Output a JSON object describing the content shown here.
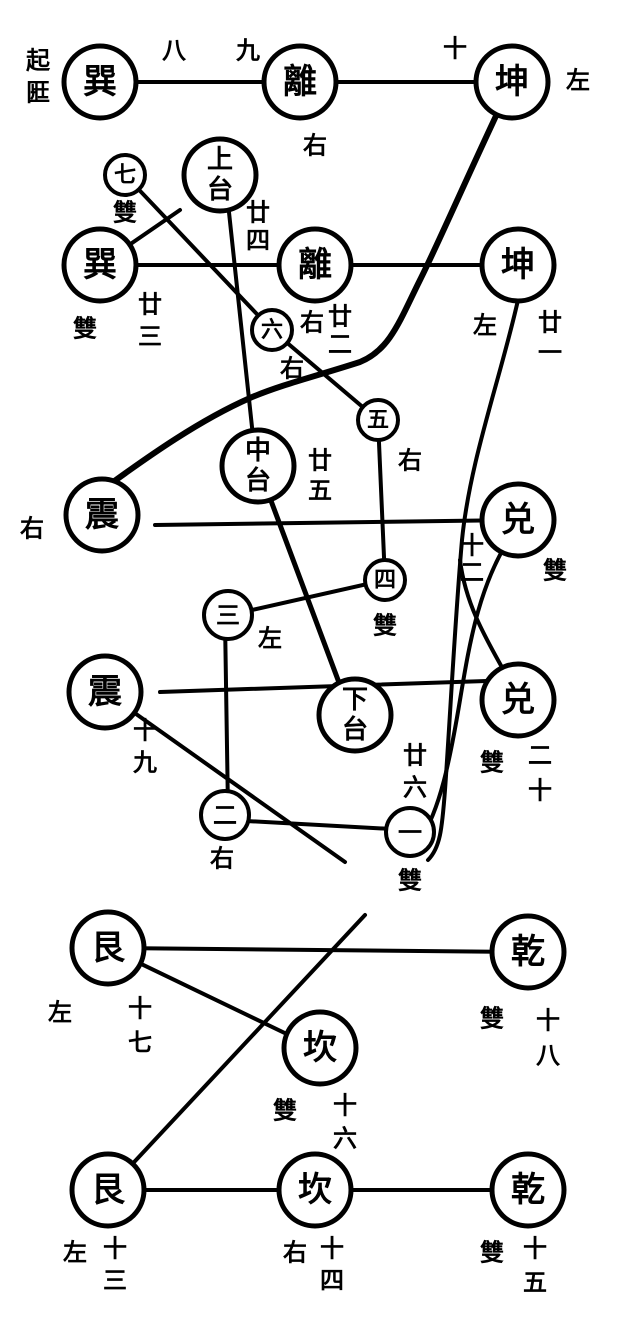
{
  "nodes": {
    "n_xun1": "巽",
    "n_li1": "離",
    "n_kun1": "坤",
    "n_qi": "七",
    "n_shangtai": [
      "上",
      "台"
    ],
    "n_xun2": "巽",
    "n_li2": "離",
    "n_kun2": "坤",
    "n_liu": "六",
    "n_wu": "五",
    "n_zhongtai": [
      "中",
      "台"
    ],
    "n_zhen1": "震",
    "n_dui1": "兑",
    "n_si": "四",
    "n_san": "三",
    "n_zhen2": "震",
    "n_xiatai": [
      "下",
      "台"
    ],
    "n_dui2": "兑",
    "n_er": "二",
    "n_yi": "一",
    "n_gen1": "艮",
    "n_qian1": "乾",
    "n_kan1": "坎",
    "n_gen2": "艮",
    "n_kan2": "坎",
    "n_qian2": "乾"
  },
  "labels": {
    "qi_shi": "起",
    "qi_shi_2": "匨",
    "ba": "八",
    "jiu": "九",
    "shi": "十",
    "zuo_kun1": "左",
    "you_li1": "右",
    "shuang_qi": "雙",
    "nian_si": [
      "廿",
      "四"
    ],
    "shuang_xun2": "雙",
    "nian_san": [
      "廿",
      "三"
    ],
    "you_liu": "右",
    "you_liu_2": "右",
    "nian_er": [
      "廿",
      "二"
    ],
    "zuo_kun2": "左",
    "nian_yi": [
      "廿",
      "一"
    ],
    "you_wu": "右",
    "nian_wu": [
      "廿",
      "五"
    ],
    "you_zhen1": "右",
    "shi_er": [
      "十",
      "二"
    ],
    "shuang_dui1": "雙",
    "shuang_si": "雙",
    "zuo_san": "左",
    "shi_jiu": [
      "十",
      "九"
    ],
    "nian_liu": [
      "廿",
      "六"
    ],
    "shuang_dui2": "雙",
    "er_shi": [
      "二",
      "十"
    ],
    "you_er": "右",
    "shuang_yi": "雙",
    "zuo_gen1": "左",
    "shi_qi": [
      "十",
      "七"
    ],
    "shuang_qian1": "雙",
    "shi_ba": [
      "十",
      "八"
    ],
    "shuang_kan1": "雙",
    "shi_liu": [
      "十",
      "六"
    ],
    "zuo_gen2": "左",
    "shi_san": [
      "十",
      "三"
    ],
    "you_kan2": "右",
    "shi_si": [
      "十",
      "四"
    ],
    "shuang_qian2": "雙",
    "shi_wu": [
      "十",
      "五"
    ]
  }
}
